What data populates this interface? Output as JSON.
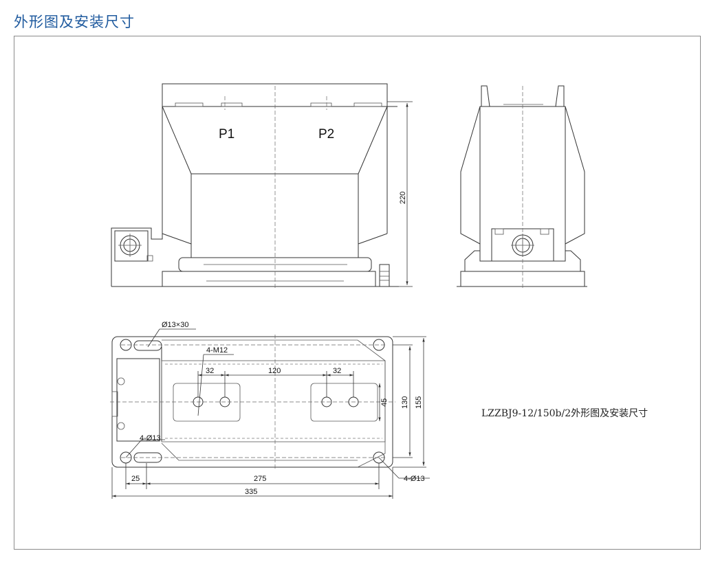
{
  "title": "外形图及安装尺寸",
  "caption": "LZZBJ9-12/150b/2外形图及安装尺寸",
  "front_view": {
    "label_p1": "P1",
    "label_p2": "P2",
    "dim_height": "220"
  },
  "bottom_view": {
    "slot_label": "Ø13×30",
    "thread_label": "4-M12",
    "dim_32_left": "32",
    "dim_120": "120",
    "dim_32_right": "32",
    "dim_45": "45",
    "dim_130": "130",
    "dim_155": "155",
    "hole_left_label": "4-Ø13",
    "hole_right_label": "4-Ø13",
    "dim_25": "25",
    "dim_275": "275",
    "dim_335": "335"
  }
}
